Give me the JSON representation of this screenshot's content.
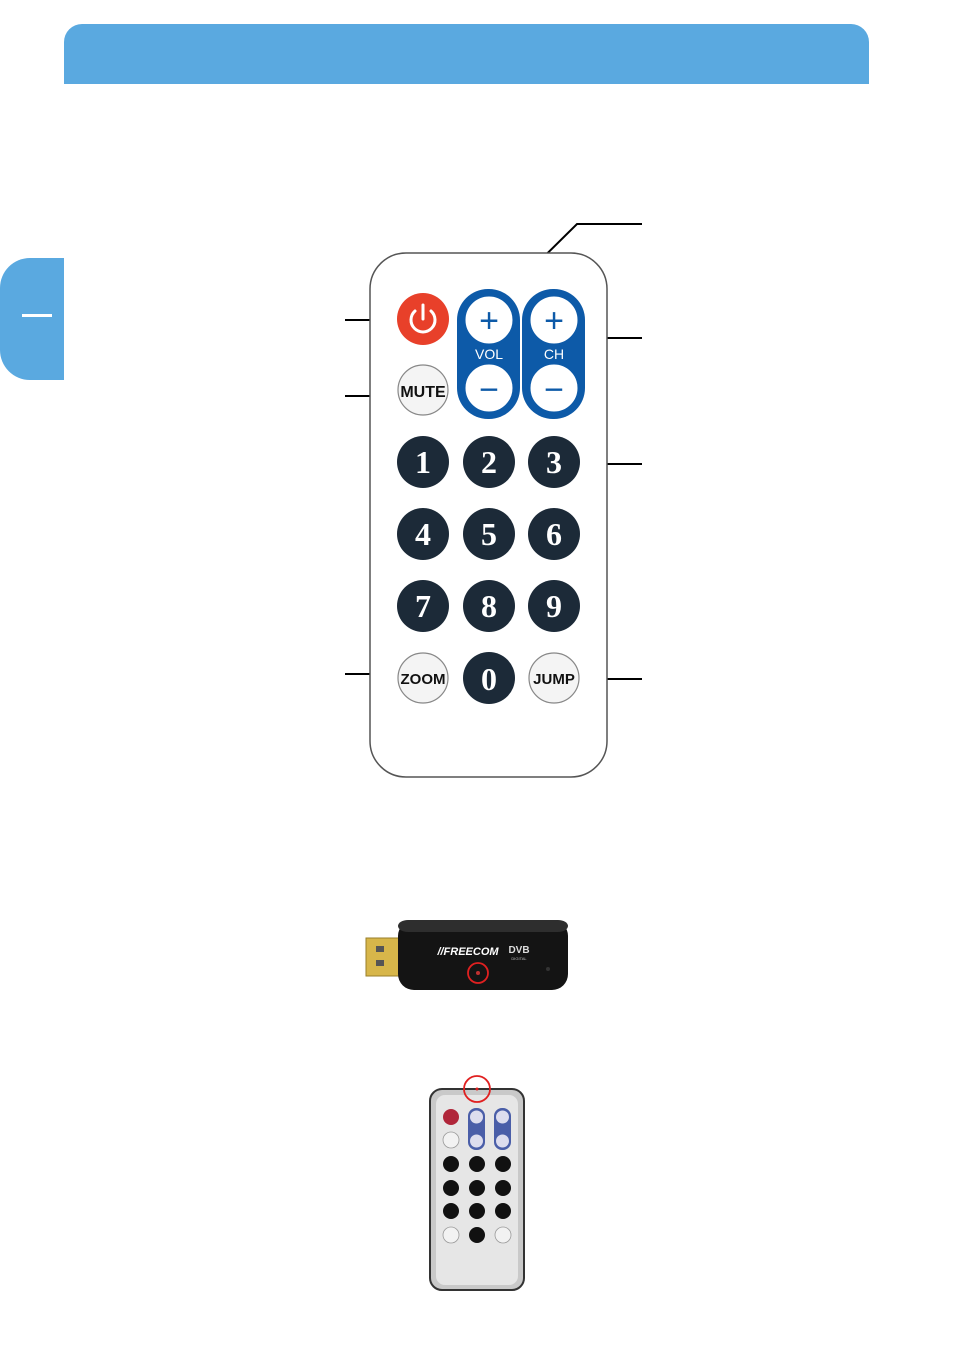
{
  "header": {
    "accent_color": "#5aa9e0"
  },
  "side_tab": {
    "icon": "dash-icon"
  },
  "remote": {
    "power_icon": "power-icon",
    "volume": {
      "label": "VOL",
      "plus": "+",
      "minus": "−"
    },
    "channel": {
      "label": "CH",
      "plus": "+",
      "minus": "−"
    },
    "mute_label": "MUTE",
    "number_keys": [
      "1",
      "2",
      "3",
      "4",
      "5",
      "6",
      "7",
      "8",
      "9"
    ],
    "zoom_label": "ZOOM",
    "zero_label": "0",
    "jump_label": "JUMP"
  },
  "usb_stick": {
    "brand": "//FREECOM",
    "badge": "DVB",
    "badge_sub": "DIGITAL",
    "ir_marker_color": "#e02020"
  },
  "small_remote": {
    "ir_marker_color": "#e02020"
  }
}
